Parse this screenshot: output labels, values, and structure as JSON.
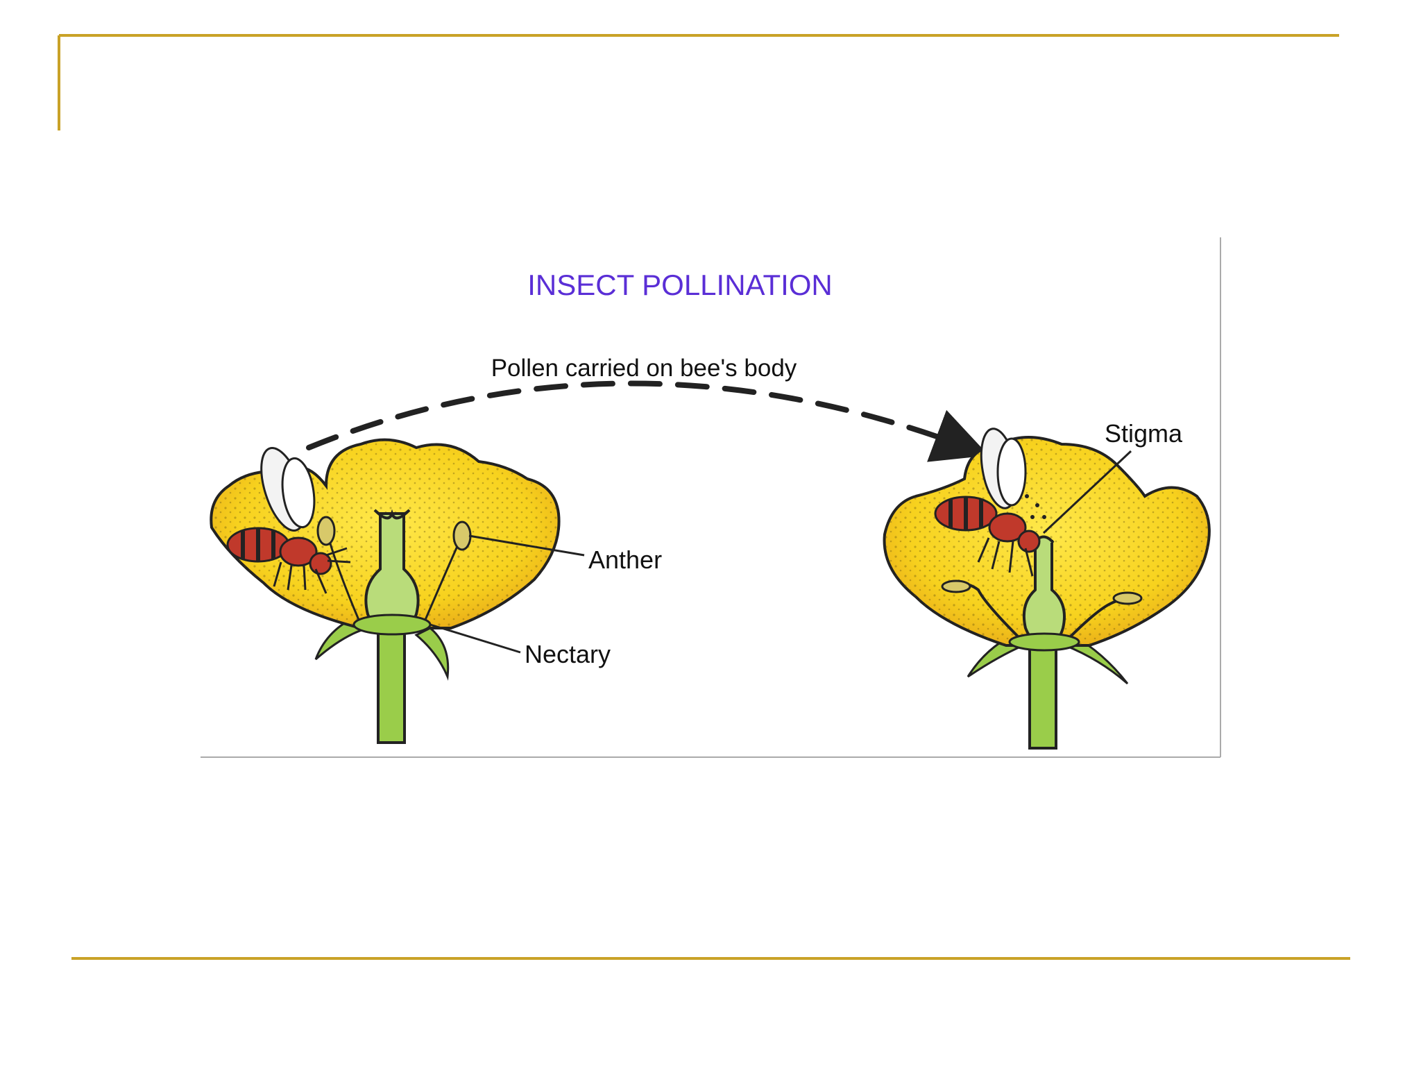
{
  "slide": {
    "accent_color": "#c9a227"
  },
  "diagram": {
    "title": "INSECT POLLINATION",
    "arc_label": "Pollen carried on bee's body",
    "labels": {
      "anther": "Anther",
      "nectary": "Nectary",
      "stigma": "Stigma"
    },
    "colors": {
      "petal": "#f7d21e",
      "petal_dark": "#e8a918",
      "stem": "#9acd4a",
      "bee_body": "#c0392b",
      "title": "#5a2ed6"
    }
  }
}
